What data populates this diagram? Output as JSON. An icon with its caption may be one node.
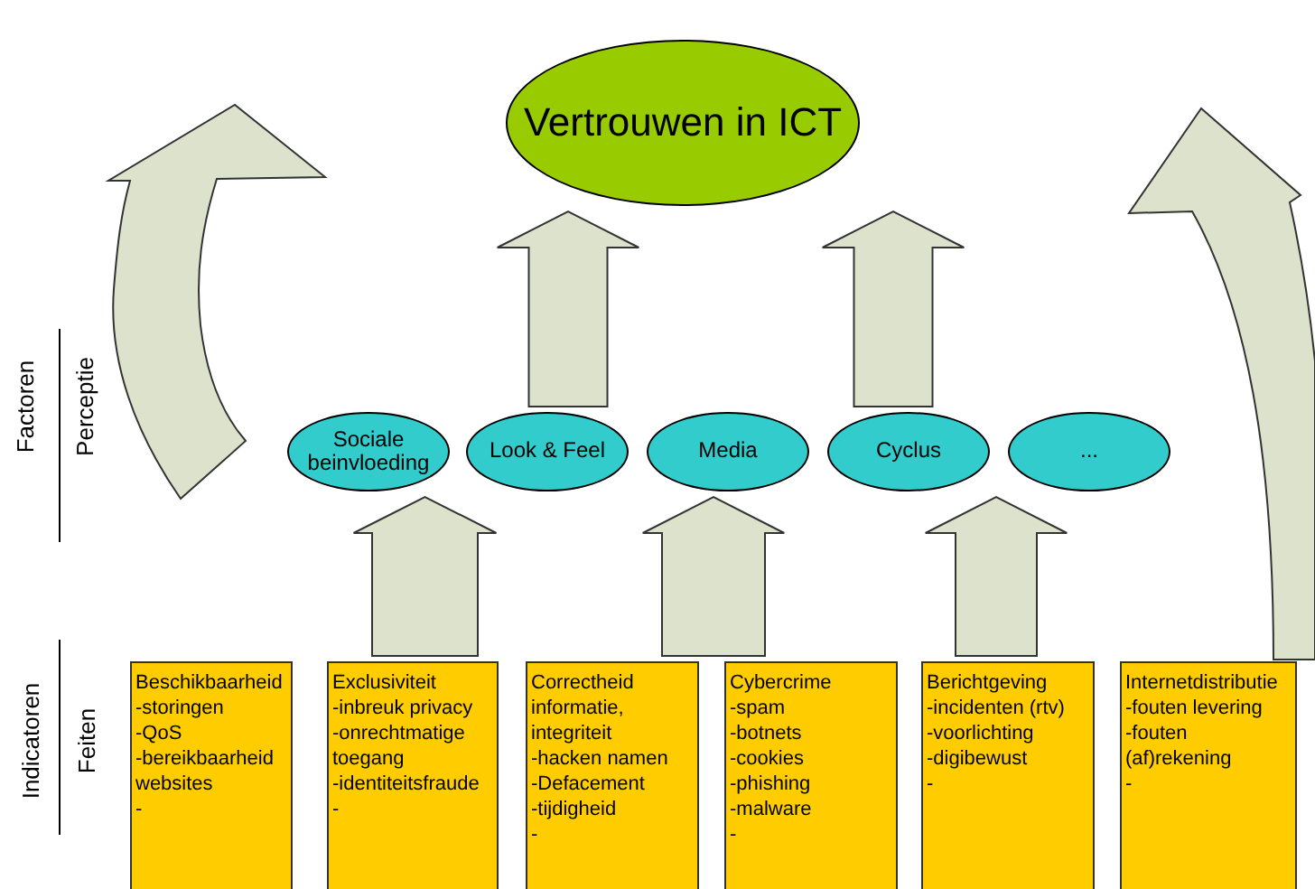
{
  "diagram": {
    "nodes": [
      {
        "text": [
          "Vertrouwen in ICT"
        ]
      },
      {
        "text": [
          "Sociale beinvloeding"
        ]
      },
      {
        "text": [
          "Look & Feel"
        ]
      },
      {
        "text": [
          "Media"
        ]
      },
      {
        "text": [
          "Cyclus"
        ]
      },
      {
        "text": [
          "..."
        ]
      },
      {
        "text": [
          "Beschikbaarheid",
          "-storingen",
          "-QoS",
          "-bereikbaarheid websites",
          "-"
        ]
      },
      {
        "text": [
          "Exclusiviteit",
          "-inbreuk privacy",
          "-onrechtmatige toegang",
          "-identiteitsfraude",
          "-"
        ]
      },
      {
        "text": [
          "Correctheid informatie, integriteit",
          "-hacken namen",
          "-Defacement",
          "-tijdigheid",
          "-"
        ]
      },
      {
        "text": [
          "Cybercrime",
          "-spam",
          "-botnets",
          "-cookies",
          "-phishing",
          "-malware",
          "-"
        ]
      },
      {
        "text": [
          "Berichtgeving",
          "-incidenten (rtv)",
          "-voorlichting",
          "-digibewust",
          "-"
        ]
      },
      {
        "text": [
          "Internetdistributie",
          "-fouten levering",
          "-fouten (af)rekening",
          "-"
        ]
      }
    ],
    "edges": [
      {
        "from": 2,
        "to": 0,
        "arrow": "to"
      },
      {
        "from": 4,
        "to": 0,
        "arrow": "to"
      },
      {
        "from": 7,
        "to": 1,
        "arrow": "to"
      },
      {
        "from": 8,
        "to": 3,
        "arrow": "to"
      },
      {
        "from": 10,
        "to": 4,
        "arrow": "to"
      }
    ],
    "labels": [
      "Factoren",
      "Perceptie",
      "Indicatoren",
      "Feiten"
    ]
  }
}
